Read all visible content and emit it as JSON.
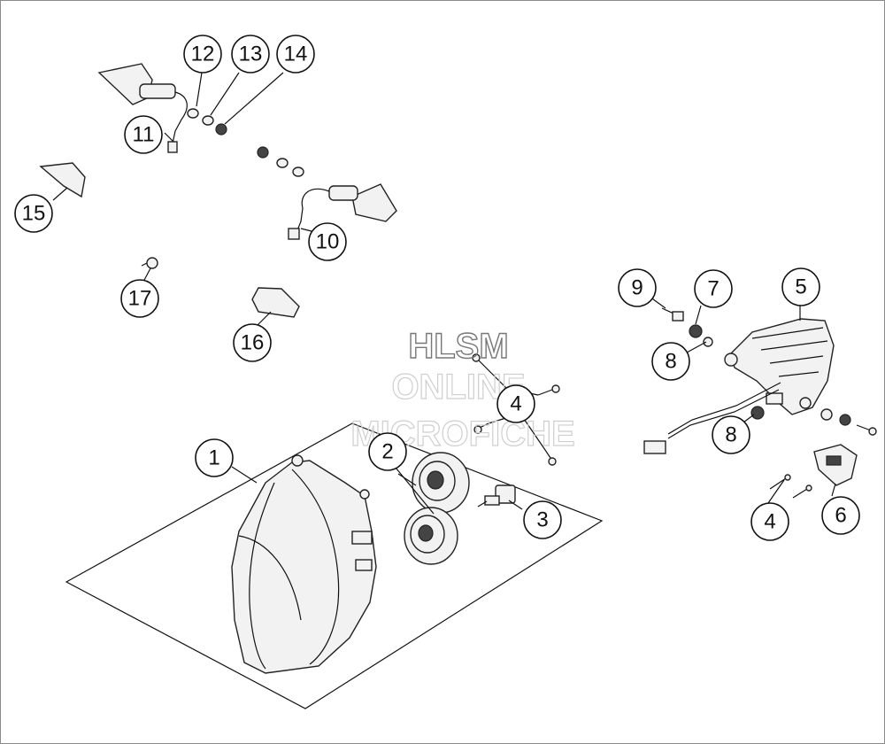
{
  "diagram": {
    "watermark": {
      "line1": "HLSM",
      "line2": "ONLINE",
      "line3": "MICROFICHE"
    },
    "callouts": [
      {
        "id": "c1",
        "label": "1"
      },
      {
        "id": "c2",
        "label": "2"
      },
      {
        "id": "c3",
        "label": "3"
      },
      {
        "id": "c4a",
        "label": "4"
      },
      {
        "id": "c4b",
        "label": "4"
      },
      {
        "id": "c5",
        "label": "5"
      },
      {
        "id": "c6",
        "label": "6"
      },
      {
        "id": "c7",
        "label": "7"
      },
      {
        "id": "c8a",
        "label": "8"
      },
      {
        "id": "c8b",
        "label": "8"
      },
      {
        "id": "c9",
        "label": "9"
      },
      {
        "id": "c10",
        "label": "10"
      },
      {
        "id": "c11",
        "label": "11"
      },
      {
        "id": "c12",
        "label": "12"
      },
      {
        "id": "c13",
        "label": "13"
      },
      {
        "id": "c14",
        "label": "14"
      },
      {
        "id": "c15",
        "label": "15"
      },
      {
        "id": "c16",
        "label": "16"
      },
      {
        "id": "c17",
        "label": "17"
      }
    ]
  }
}
